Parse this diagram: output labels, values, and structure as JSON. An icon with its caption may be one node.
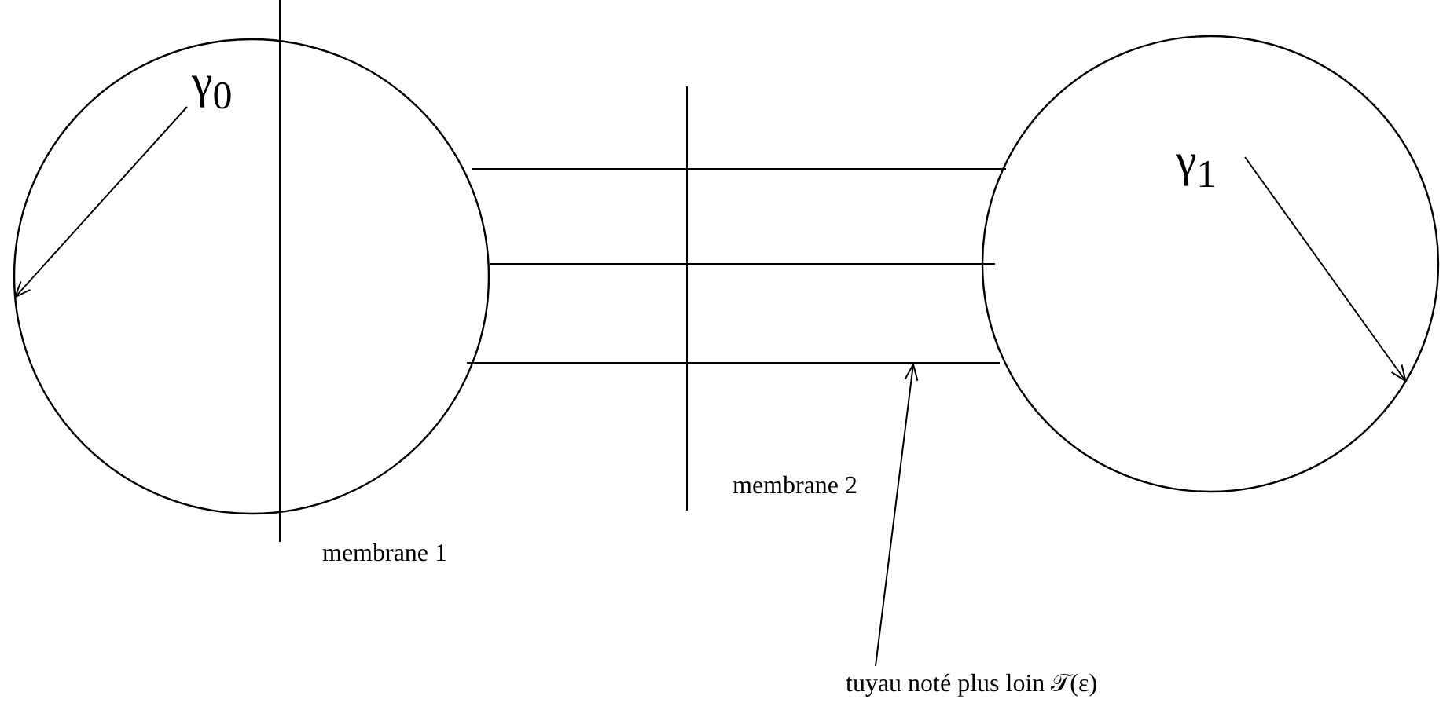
{
  "diagram": {
    "nodes": [
      {
        "text": [],
        "shape": "circle"
      },
      {
        "text": [
          "γ$_{0}$"
        ],
        "in": 0
      },
      {
        "text": [],
        "shape": "pipe"
      },
      {
        "text": [],
        "shape": "circle"
      },
      {
        "text": [
          "γ$_{1}$"
        ],
        "in": 3
      },
      {
        "text": [
          "tuyau noté plus loin 𝒯(ε)"
        ]
      }
    ],
    "edges": [
      {
        "from": 1,
        "to": 0,
        "arrow": "to"
      },
      {
        "from": 4,
        "to": 3,
        "arrow": "to"
      },
      {
        "from": 5,
        "to": 2,
        "arrow": "to"
      }
    ],
    "labels": [
      "membrane 1",
      "membrane 2"
    ]
  }
}
